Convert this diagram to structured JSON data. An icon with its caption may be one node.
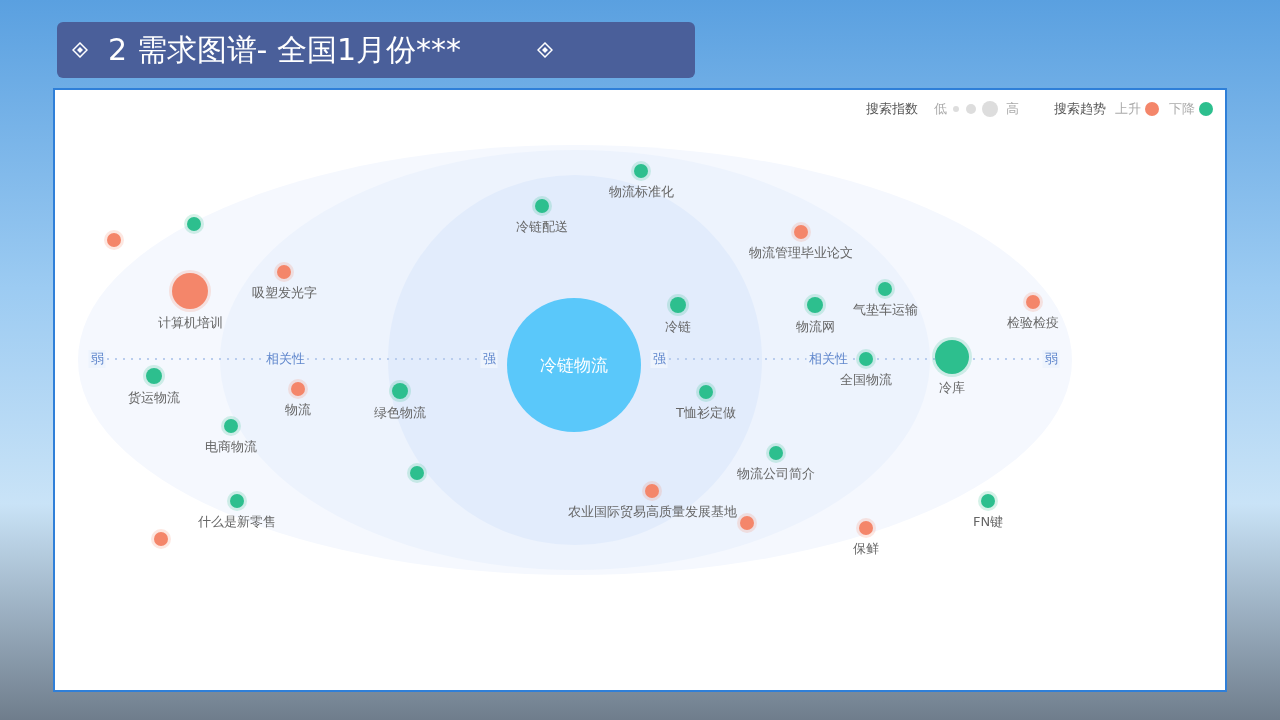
{
  "diagram": {
    "title": "2 需求图谱- 全国1月份***",
    "nodes": [
      {
        "text": [
          "冷链物流"
        ]
      },
      {
        "text": [
          "物流标准化"
        ]
      },
      {
        "text": [
          "冷链配送"
        ]
      },
      {
        "text": [],
        "shape": "circle"
      },
      {
        "text": [
          "物流管理毕业论文"
        ]
      },
      {
        "text": [],
        "shape": "circle"
      },
      {
        "text": [
          "吸塑发光字"
        ]
      },
      {
        "text": [
          "计算机培训"
        ]
      },
      {
        "text": [
          "气垫车运输"
        ]
      },
      {
        "text": [
          "检验检疫"
        ]
      },
      {
        "text": [
          "冷链"
        ]
      },
      {
        "text": [
          "物流网"
        ]
      },
      {
        "text": [
          "全国物流"
        ]
      },
      {
        "text": [
          "冷库"
        ]
      },
      {
        "text": [
          "货运物流"
        ]
      },
      {
        "text": [
          "物流"
        ]
      },
      {
        "text": [
          "绿色物流"
        ]
      },
      {
        "text": [
          "T恤衫定做"
        ]
      },
      {
        "text": [
          "电商物流"
        ]
      },
      {
        "text": [
          "物流公司简介"
        ]
      },
      {
        "text": [],
        "shape": "circle"
      },
      {
        "text": [
          "农业国际贸易高质量发展基地"
        ]
      },
      {
        "text": [
          "什么是新零售"
        ]
      },
      {
        "text": [
          "FN键"
        ]
      },
      {
        "text": [],
        "shape": "circle"
      },
      {
        "text": [
          "保鲜"
        ]
      },
      {
        "text": [],
        "shape": "circle"
      }
    ],
    "edges": [],
    "labels": [
      "搜索指数",
      "低",
      "高",
      "搜索趋势",
      "弱",
      "相关性",
      "强",
      "强",
      "相关性",
      "弱"
    ],
    "legend": [
      {
        "text": "上升",
        "color": "#f4866a"
      },
      {
        "text": "下降",
        "color": "#2dbf8e"
      }
    ]
  }
}
